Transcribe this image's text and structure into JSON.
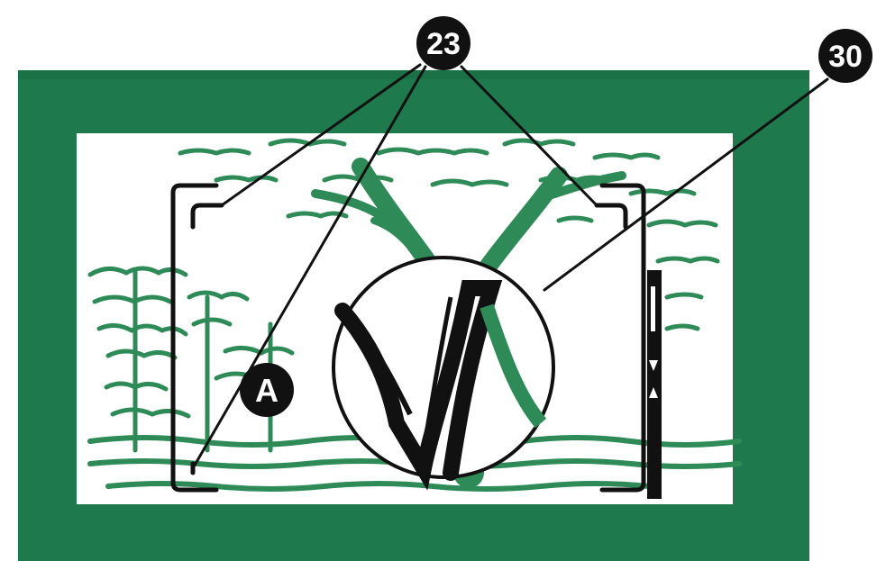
{
  "colors": {
    "frame": "#1e7a4d",
    "frame_dark": "#186a41",
    "scene_bg": "#ffffff",
    "foliage": "#2e8b57",
    "ink": "#111111",
    "page_bg": "#ffffff"
  },
  "callouts": {
    "af_frame_marks": {
      "label": "23"
    },
    "focus_circle": {
      "label": "30"
    },
    "exposure_mode": {
      "label": "A"
    }
  },
  "icons": {
    "viewfinder_scale": "triangle-marker"
  }
}
